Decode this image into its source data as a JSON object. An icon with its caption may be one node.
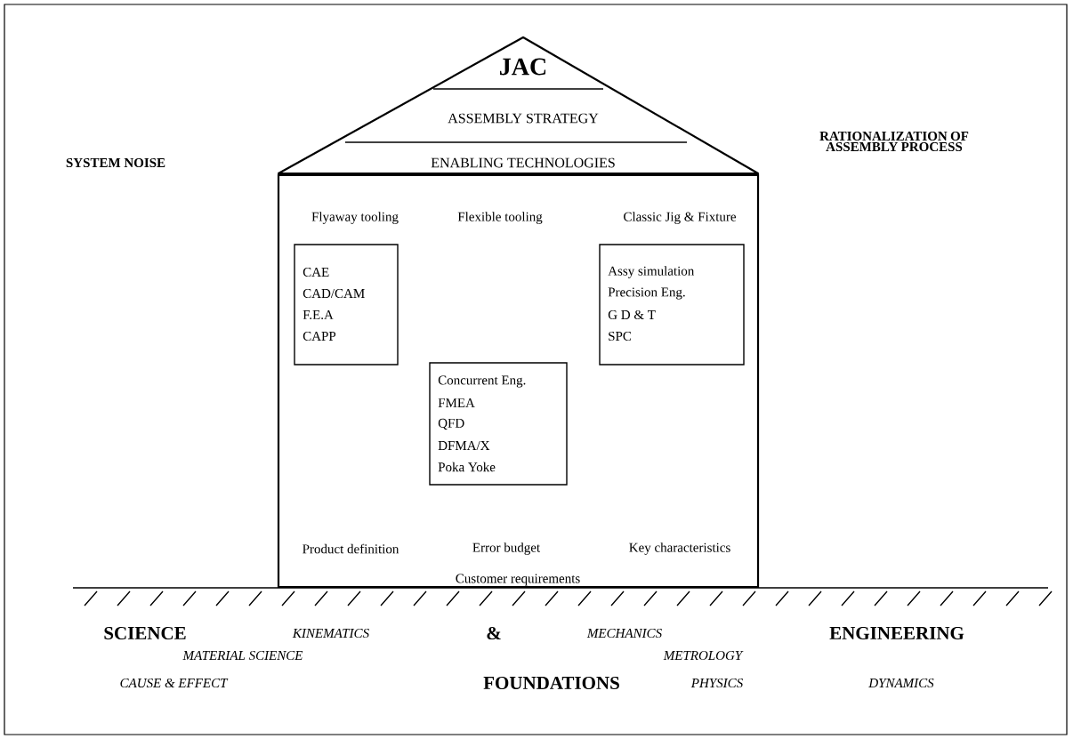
{
  "diagram": {
    "nodes": [
      {
        "text": [
          "JAC",
          "ASSEMBLY STRATEGY",
          "ENABLING TECHNOLOGIES"
        ]
      },
      {
        "text": [
          "Flyaway tooling",
          "Flexible tooling",
          "Classic Jig & Fixture",
          "Product definition",
          "Error budget",
          "Key characteristics",
          "Customer requirements"
        ]
      },
      {
        "text": [
          "CAE",
          "CAD/CAM",
          "F.E.A",
          "CAPP"
        ],
        "in": 1
      },
      {
        "text": [
          "Assy simulation",
          "Precision Eng.",
          "G D & T",
          "SPC"
        ],
        "in": 1
      },
      {
        "text": [
          "Concurrent Eng.",
          "FMEA",
          "QFD",
          "DFMA/X",
          "Poka Yoke"
        ],
        "in": 1
      }
    ],
    "labels": [
      "SYSTEM NOISE",
      "RATIONALIZATION OF ASSEMBLY PROCESS",
      "SCIENCE",
      "KINEMATICS",
      "&",
      "MECHANICS",
      "ENGINEERING",
      "MATERIAL SCIENCE",
      "METROLOGY",
      "CAUSE & EFFECT",
      "FOUNDATIONS",
      "PHYSICS",
      "DYNAMICS"
    ]
  }
}
